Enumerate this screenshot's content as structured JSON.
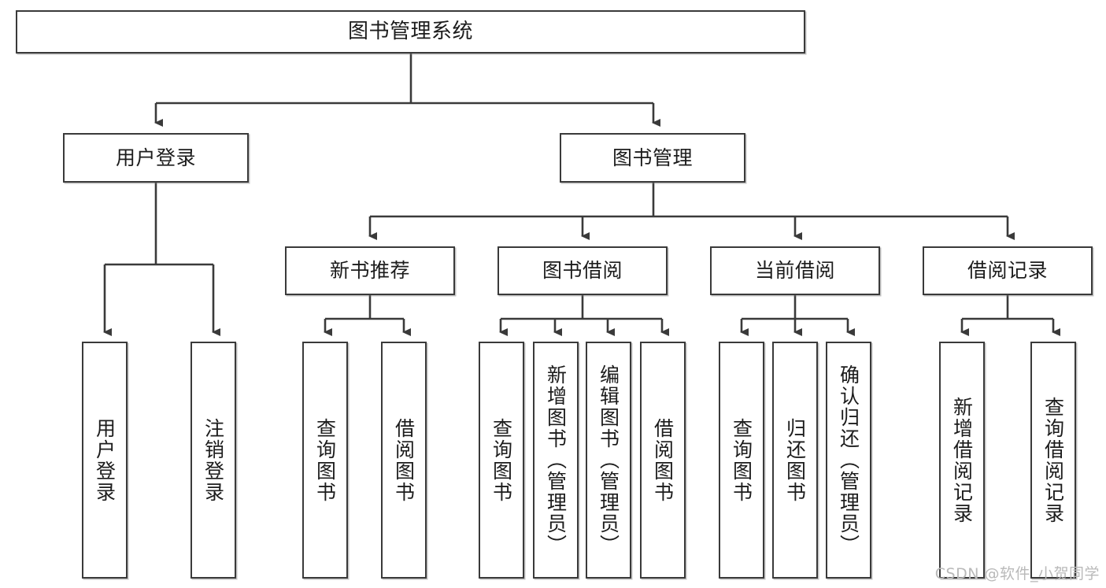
{
  "diagram": {
    "title": "图书管理系统",
    "type": "tree-hierarchy-diagram",
    "watermark": "CSDN @软件_小贺同学",
    "colors": {
      "border": "#3a3a3a",
      "background": "#ffffff",
      "text": "#1c1c1c",
      "watermark": "#b9b9b9"
    },
    "nodes": {
      "root": {
        "label": "图书管理系统"
      },
      "level2": [
        {
          "id": "user-login",
          "label": "用户登录"
        },
        {
          "id": "book-manage",
          "label": "图书管理"
        }
      ],
      "level3": [
        {
          "id": "new-book-recommend",
          "label": "新书推荐"
        },
        {
          "id": "book-borrow",
          "label": "图书借阅"
        },
        {
          "id": "current-borrow",
          "label": "当前借阅"
        },
        {
          "id": "borrow-record",
          "label": "借阅记录"
        }
      ],
      "leaves": {
        "user_login": [
          {
            "id": "leaf-user-login",
            "label": "用户登录"
          },
          {
            "id": "leaf-logout-login",
            "label": "注销登录"
          }
        ],
        "new_book_recommend": [
          {
            "id": "leaf-query-book-1",
            "label": "查询图书"
          },
          {
            "id": "leaf-borrow-book-1",
            "label": "借阅图书"
          }
        ],
        "book_borrow": [
          {
            "id": "leaf-query-book-2",
            "label": "查询图书"
          },
          {
            "id": "leaf-add-book",
            "label": "新增图书（管理员）"
          },
          {
            "id": "leaf-edit-book",
            "label": "编辑图书（管理员）"
          },
          {
            "id": "leaf-borrow-book-2",
            "label": "借阅图书"
          }
        ],
        "current_borrow": [
          {
            "id": "leaf-query-book-3",
            "label": "查询图书"
          },
          {
            "id": "leaf-return-book",
            "label": "归还图书"
          },
          {
            "id": "leaf-confirm-return",
            "label": "确认归还（管理员）"
          }
        ],
        "borrow_record": [
          {
            "id": "leaf-add-record",
            "label": "新增借阅记录"
          },
          {
            "id": "leaf-query-record",
            "label": "查询借阅记录"
          }
        ]
      }
    }
  }
}
